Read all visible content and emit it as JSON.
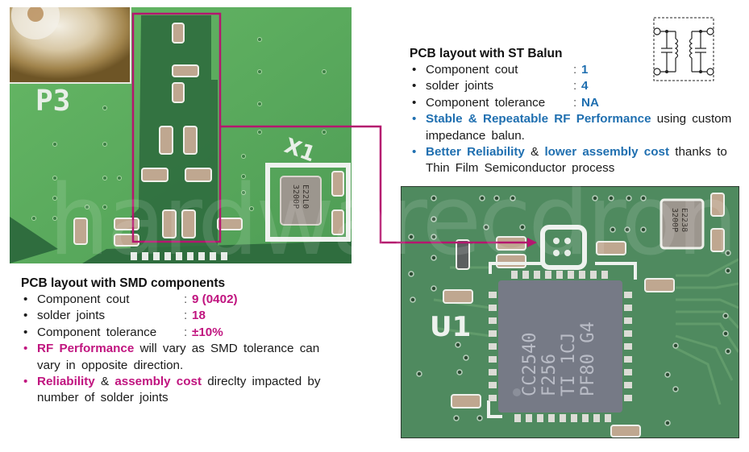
{
  "left_panel": {
    "title": "PCB layout with SMD components",
    "specs": [
      {
        "label": "Component  cout",
        "value": "9 (0402)"
      },
      {
        "label": "solder  joints",
        "value": "18"
      },
      {
        "label": "Component  tolerance",
        "value": "±10%"
      }
    ],
    "points": [
      {
        "highlights": [
          "RF Performance"
        ],
        "text": "RF Performance  will vary as SMD tolerance can vary in opposite direction.",
        "parts": [
          {
            "t": "RF Performance",
            "hl": true
          },
          {
            "t": "  will vary as SMD tolerance can vary in opposite direction.",
            "hl": false
          }
        ]
      },
      {
        "parts": [
          {
            "t": "Reliability",
            "hl": true
          },
          {
            "t": "  & ",
            "hl": false
          },
          {
            "t": "assembly  cost",
            "hl": true
          },
          {
            "t": " direclty impacted by number of solder joints",
            "hl": false
          }
        ]
      }
    ],
    "accent_color": "#c0147f"
  },
  "right_panel": {
    "title": "PCB layout with ST Balun",
    "specs": [
      {
        "label": "Component  cout",
        "value": "1"
      },
      {
        "label": "solder  joints",
        "value": "4"
      },
      {
        "label": "Component  tolerance",
        "value": "NA"
      }
    ],
    "points": [
      {
        "parts": [
          {
            "t": "Stable & Repeatable  RF Performance",
            "hl": true
          },
          {
            "t": " using custom impedance balun.",
            "hl": false
          }
        ]
      },
      {
        "parts": [
          {
            "t": "Better Reliability",
            "hl": true
          },
          {
            "t": "  & ",
            "hl": false
          },
          {
            "t": "lower assembly  cost",
            "hl": true
          },
          {
            "t": " thanks to Thin Film Semiconductor process",
            "hl": false
          }
        ]
      }
    ],
    "accent_color": "#1f6fb0"
  },
  "photos": {
    "left": {
      "silkscreen_label": "P3",
      "component_label": "X1",
      "balun_marking": [
        "3200P",
        "E22L0"
      ]
    },
    "right": {
      "silkscreen_label": "U1",
      "chip_marking": [
        "CC2540",
        "F256",
        "TI 1CJ",
        "PF80 G4"
      ],
      "balun_marking": [
        "3200P",
        "E2238"
      ]
    }
  },
  "annotation": {
    "connector_color": "#b5166f"
  },
  "watermark": "hardwarecdrone.io"
}
